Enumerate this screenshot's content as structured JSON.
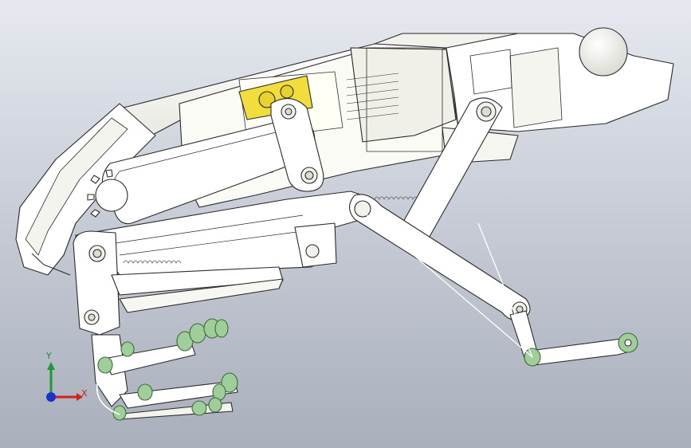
{
  "viewport": {
    "background_top": "#e6e9ef",
    "background_bottom": "#a9afbb"
  },
  "triad": {
    "x_label": "X",
    "y_label": "Y",
    "x_color": "#d3201a",
    "y_color": "#1e9a33",
    "z_color": "#1b33c9"
  },
  "model": {
    "subject": "robotic-jumping-frog-assembly",
    "display_mode": "shaded-with-edges",
    "line_color": "#2a2a2a",
    "body_fill": "#f7f7f2",
    "gear_color": "#f1de3c",
    "pin_color": "#9fce9a",
    "spring_color": "#8a8a8a"
  }
}
